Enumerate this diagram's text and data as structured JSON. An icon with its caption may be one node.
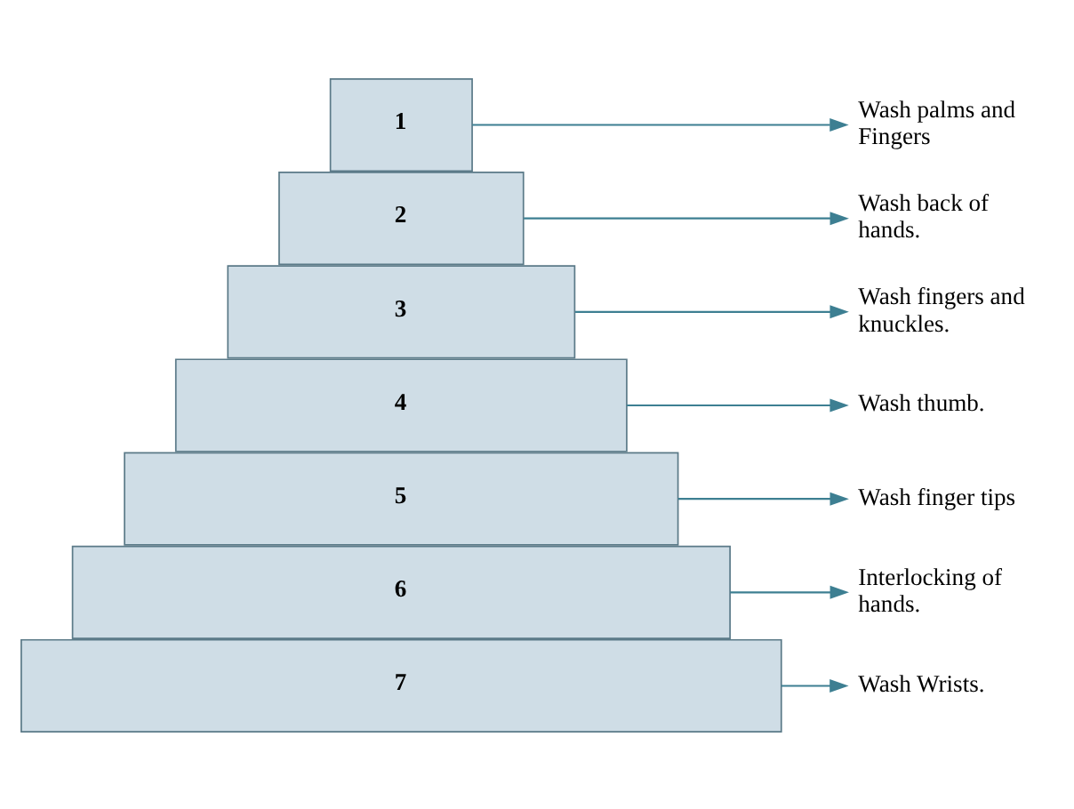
{
  "diagram": {
    "nodes": [
      {
        "text": [
          "1"
        ]
      },
      {
        "text": [
          "2"
        ]
      },
      {
        "text": [
          "3"
        ]
      },
      {
        "text": [
          "4"
        ]
      },
      {
        "text": [
          "5"
        ]
      },
      {
        "text": [
          "6"
        ]
      },
      {
        "text": [
          "7"
        ]
      },
      {
        "text": [
          "Wash palms and Fingers"
        ]
      },
      {
        "text": [
          "Wash back of hands."
        ]
      },
      {
        "text": [
          "Wash fingers and knuckles."
        ]
      },
      {
        "text": [
          "Wash thumb."
        ]
      },
      {
        "text": [
          "Wash finger tips"
        ]
      },
      {
        "text": [
          "Interlocking of hands."
        ]
      },
      {
        "text": [
          "Wash Wrists."
        ]
      }
    ],
    "edges": [
      {
        "from": 0,
        "to": 7,
        "arrow": "to"
      },
      {
        "from": 1,
        "to": 8,
        "arrow": "to"
      },
      {
        "from": 2,
        "to": 9,
        "arrow": "to"
      },
      {
        "from": 3,
        "to": 10,
        "arrow": "to"
      },
      {
        "from": 4,
        "to": 11,
        "arrow": "to"
      },
      {
        "from": 5,
        "to": 12,
        "arrow": "to"
      },
      {
        "from": 6,
        "to": 13,
        "arrow": "to"
      }
    ]
  }
}
